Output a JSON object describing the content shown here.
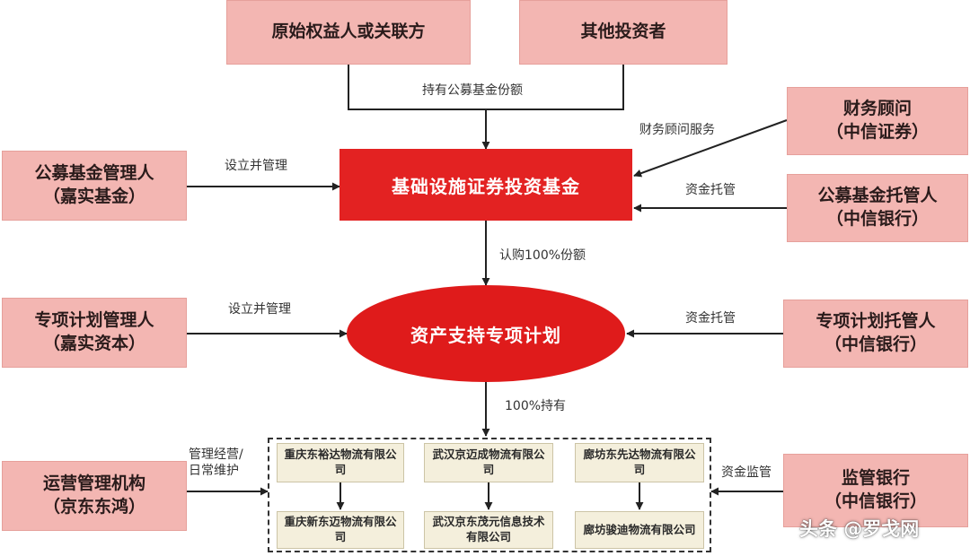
{
  "investors": {
    "original_holder": "原始权益人或关联方",
    "other_investors": "其他投资者"
  },
  "flows": {
    "hold_public_fund_shares": "持有公募基金份额",
    "advisor_service": "财务顾问服务",
    "setup_manage_1": "设立并管理",
    "custody_1": "资金托管",
    "subscribe_100": "认购100%份额",
    "setup_manage_2": "设立并管理",
    "custody_2": "资金托管",
    "hold_100": "100%持有",
    "operate_maintain_line1": "管理经营/",
    "operate_maintain_line2": "日常维护",
    "fund_supervision": "资金监管"
  },
  "fund": {
    "name": "基础设施证券投资基金"
  },
  "plan": {
    "name": "资产支持专项计划"
  },
  "parties": {
    "fund_manager": {
      "role": "公募基金管理人",
      "entity": "（嘉实基金）"
    },
    "financial_advisor": {
      "role": "财务顾问",
      "entity": "（中信证券）"
    },
    "fund_custodian": {
      "role": "公募基金托管人",
      "entity": "（中信银行）"
    },
    "plan_manager": {
      "role": "专项计划管理人",
      "entity": "（嘉实资本）"
    },
    "plan_custodian": {
      "role": "专项计划托管人",
      "entity": "（中信银行）"
    },
    "operator": {
      "role": "运营管理机构",
      "entity": "（京东东鸿）"
    },
    "supervising_bank": {
      "role": "监管银行",
      "entity": "（中信银行）"
    }
  },
  "companies": {
    "col1_top": "重庆东裕达物流有限公司",
    "col1_bottom": "重庆新东迈物流有限公司",
    "col2_top": "武汉京迈成物流有限公司",
    "col2_bottom": "武汉京东茂元信息技术有限公司",
    "col3_top": "廊坊东先达物流有限公司",
    "col3_bottom": "廊坊骏迪物流有限公司"
  },
  "watermark": "头条 @罗戈网",
  "colors": {
    "party_box": "#f3b6b2",
    "fund_box": "#e32222",
    "plan_ellipse": "#df1b1b",
    "company_box": "#f4efdc"
  }
}
